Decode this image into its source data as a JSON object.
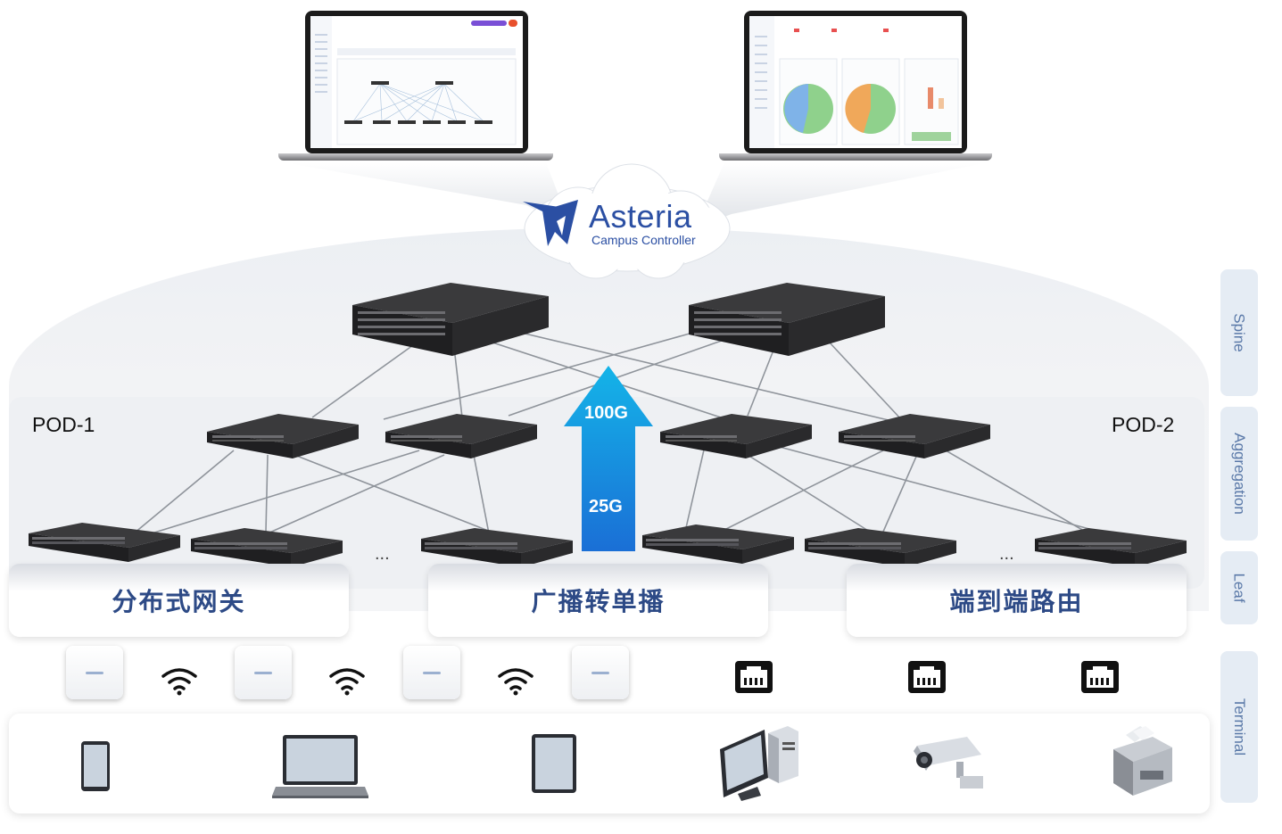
{
  "controller": {
    "brand": "Asteria",
    "subtitle": "Campus Controller"
  },
  "pods": {
    "left": "POD-1",
    "right": "POD-2"
  },
  "bandwidth": {
    "top": "100G",
    "bottom": "25G"
  },
  "ellipsis": "...",
  "features": [
    "分布式网关",
    "广播转单播",
    "端到端路由"
  ],
  "layers": [
    "Spine",
    "Aggregation",
    "Leaf",
    "Terminal"
  ],
  "terminal_icons": [
    "phone-icon",
    "laptop-icon",
    "tablet-icon",
    "desktop-computer-icon",
    "security-camera-icon",
    "printer-icon"
  ],
  "access_icons": [
    "access-point-icon",
    "wifi-icon",
    "ethernet-port-icon"
  ],
  "colors": {
    "feature_text": "#2d4a86",
    "layer_text": "#5a79a8",
    "arrow_top": "#14b4e8",
    "arrow_bottom": "#1a6fd6",
    "brand": "#2b4fa3"
  }
}
